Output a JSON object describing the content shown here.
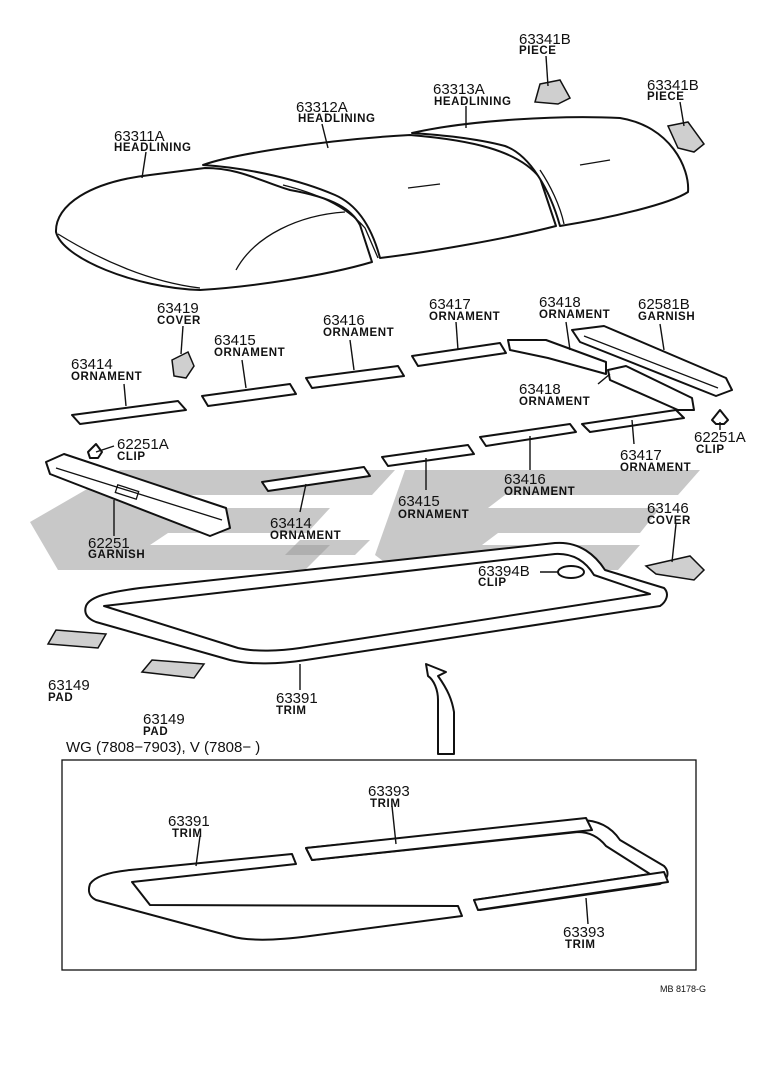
{
  "diagram": {
    "callouts": [
      {
        "id": "c1",
        "number": "63311A",
        "name": "HEADLINING"
      },
      {
        "id": "c2",
        "number": "63312A",
        "name": "HEADLINING"
      },
      {
        "id": "c3",
        "number": "63313A",
        "name": "HEADLINING"
      },
      {
        "id": "c4",
        "number": "63341B",
        "name": "PIECE"
      },
      {
        "id": "c5",
        "number": "63341B",
        "name": "PIECE"
      },
      {
        "id": "c6",
        "number": "63419",
        "name": "COVER"
      },
      {
        "id": "c7",
        "number": "63414",
        "name": "ORNAMENT"
      },
      {
        "id": "c8",
        "number": "63415",
        "name": "ORNAMENT"
      },
      {
        "id": "c9",
        "number": "63416",
        "name": "ORNAMENT"
      },
      {
        "id": "c10",
        "number": "63417",
        "name": "ORNAMENT"
      },
      {
        "id": "c11",
        "number": "63418",
        "name": "ORNAMENT"
      },
      {
        "id": "c12",
        "number": "62581B",
        "name": "GARNISH"
      },
      {
        "id": "c13",
        "number": "63418",
        "name": "ORNAMENT"
      },
      {
        "id": "c14",
        "number": "62251A",
        "name": "CLIP"
      },
      {
        "id": "c15",
        "number": "62251A",
        "name": "CLIP"
      },
      {
        "id": "c16",
        "number": "63417",
        "name": "ORNAMENT"
      },
      {
        "id": "c17",
        "number": "63416",
        "name": "ORNAMENT"
      },
      {
        "id": "c18",
        "number": "63415",
        "name": "ORNAMENT"
      },
      {
        "id": "c19",
        "number": "63414",
        "name": "ORNAMENT"
      },
      {
        "id": "c20",
        "number": "62251",
        "name": "GARNISH"
      },
      {
        "id": "c21",
        "number": "63146",
        "name": "COVER"
      },
      {
        "id": "c22",
        "number": "63394B",
        "name": "CLIP"
      },
      {
        "id": "c23",
        "number": "63149",
        "name": "PAD"
      },
      {
        "id": "c24",
        "number": "63149",
        "name": "PAD"
      },
      {
        "id": "c25",
        "number": "63391",
        "name": "TRIM"
      },
      {
        "id": "c26",
        "number": "63393",
        "name": "TRIM"
      },
      {
        "id": "c27",
        "number": "63391",
        "name": "TRIM"
      },
      {
        "id": "c28",
        "number": "63393",
        "name": "TRIM"
      }
    ],
    "inset_caption": "WG (7808−7903), V (7808−       )",
    "reference_code": "MB 8178-G"
  }
}
